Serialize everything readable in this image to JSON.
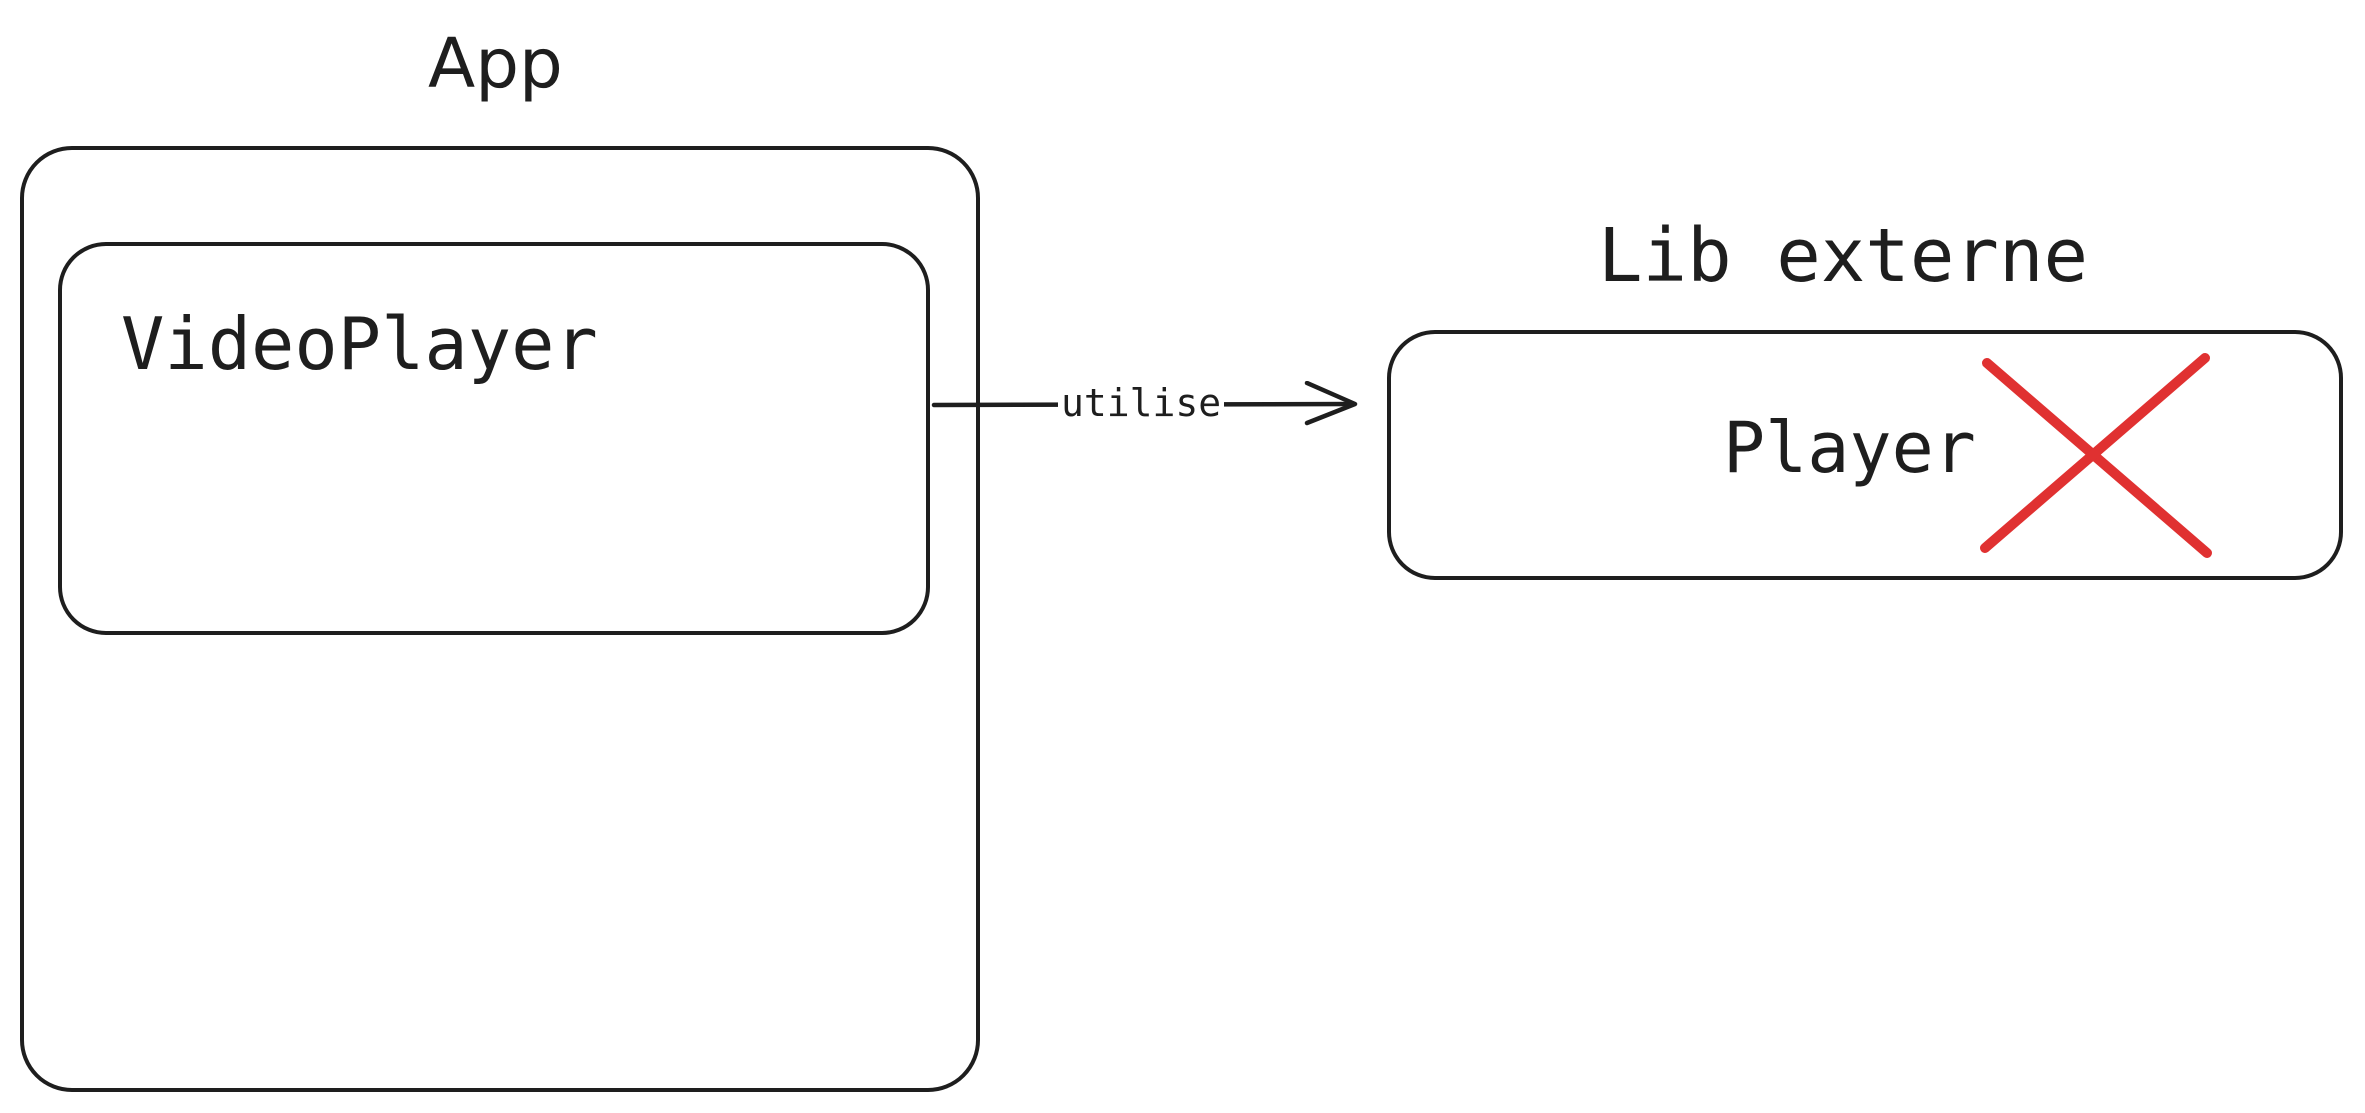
{
  "diagram": {
    "nodes": {
      "app": {
        "title": "App",
        "kind": "container"
      },
      "videoplayer": {
        "label": "VideoPlayer",
        "parent": "App"
      },
      "lib": {
        "title": "Lib externe",
        "kind": "container"
      },
      "player": {
        "label": "Player",
        "parent": "Lib externe",
        "crossed_out": true
      }
    },
    "edge": {
      "label": "utilise",
      "from": "VideoPlayer",
      "to": "Player"
    }
  },
  "colors": {
    "background": "#ffffff",
    "stroke": "#1e1e1e",
    "cross_red": "#e03131"
  }
}
